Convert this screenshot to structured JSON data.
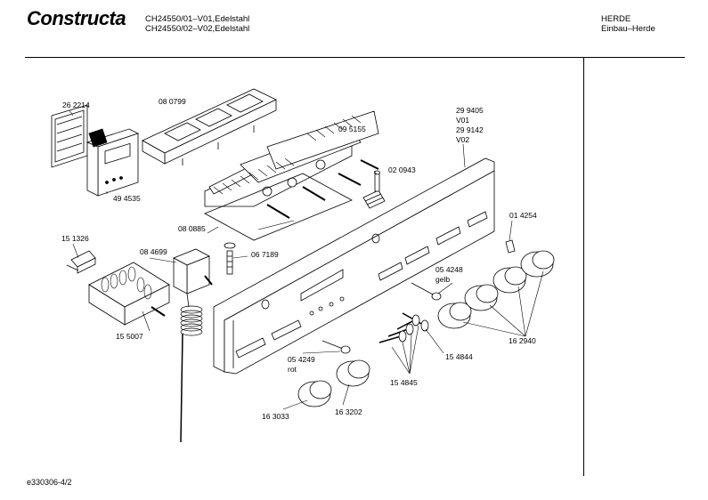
{
  "header": {
    "brand": "Constructa",
    "model_line_1": "CH24550/01–V01,Edelstahl",
    "model_line_2": "CH24550/02–V02,Edelstahl",
    "category_line_1": "HERDE",
    "category_line_2": "Einbau–Herde"
  },
  "parts": {
    "p262214": "26 2214",
    "p080799": "08 0799",
    "p494535": "49 4535",
    "p095155": "09 5155",
    "p299405": "29 9405",
    "v01": "V01",
    "p299142": "29 9142",
    "v02": "V02",
    "p020943": "02 0943",
    "p080885": "08 0885",
    "p014254": "01 4254",
    "p151326": "15 1326",
    "p084699": "08 4699",
    "p067189": "06 7189",
    "p054248": "05 4248",
    "gelb": "gelb",
    "p155007": "15 5007",
    "p162940": "16 2940",
    "p154844": "15 4844",
    "p054249": "05 4249",
    "rot": "rot",
    "p154845": "15 4845",
    "p163033": "16 3033",
    "p163202": "16 3202"
  },
  "footer": {
    "doc_id": "e330306-4/2"
  }
}
